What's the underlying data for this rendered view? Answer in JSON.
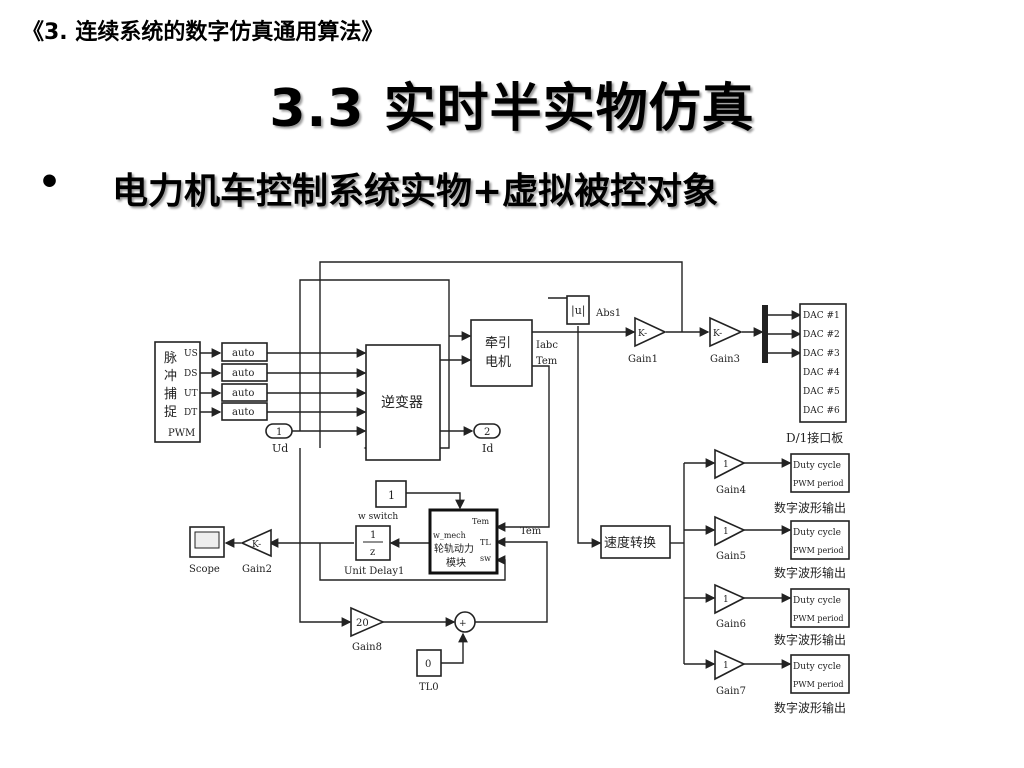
{
  "header": {
    "course_ref": "《3. 连续系统的数字仿真通用算法》"
  },
  "slide": {
    "title": "3.3 实时半实物仿真",
    "bullet_mark": "•",
    "bullet_text": "电力机车控制系统实物+虚拟被控对象"
  },
  "diagram": {
    "pulse_capture": {
      "chars": [
        "脉",
        "冲",
        "捕",
        "捉"
      ],
      "pwm": "PWM",
      "ports": [
        "US",
        "DS",
        "UT",
        "DT"
      ]
    },
    "auto_blocks": [
      "auto",
      "auto",
      "auto",
      "auto"
    ],
    "inverter": "逆变器",
    "motor": {
      "line1": "牵引",
      "line2": "电机",
      "out1": "Iabc",
      "out2": "Tem"
    },
    "ud_num": "1",
    "ud_label": "Ud",
    "id_num": "2",
    "id_label": "Id",
    "abs_label": "Abs1",
    "gain1": {
      "k": "K-",
      "label": "Gain1"
    },
    "gain3": {
      "k": "K-",
      "label": "Gain3"
    },
    "dac_ports": [
      "DAC #1",
      "DAC #2",
      "DAC #3",
      "DAC #4",
      "DAC #5",
      "DAC #6"
    ],
    "dac_label": "D/1接口板",
    "speed_conv": "速度转换",
    "pwm_outputs": [
      {
        "gain_value": "1",
        "gain_label": "Gain4",
        "line1": "Duty cycle",
        "line2": "PWM period",
        "caption": "数字波形输出"
      },
      {
        "gain_value": "1",
        "gain_label": "Gain5",
        "line1": "Duty cycle",
        "line2": "PWM period",
        "caption": "数字波形输出"
      },
      {
        "gain_value": "1",
        "gain_label": "Gain6",
        "line1": "Duty cycle",
        "line2": "PWM period",
        "caption": "数字波形输出"
      },
      {
        "gain_value": "1",
        "gain_label": "Gain7",
        "line1": "Duty cycle",
        "line2": "PWM period",
        "caption": "数字波形输出"
      }
    ],
    "switch_const": "1",
    "switch_label": "w switch",
    "dynamics": {
      "in1": "Tem",
      "in2": "TL",
      "in3": "sw",
      "out": "w_mech",
      "line1": "轮轨动力",
      "line2": "模块"
    },
    "tem_label": "Tem",
    "unit_delay": {
      "num": "1",
      "den": "z",
      "label": "Unit Delay1"
    },
    "gain2": {
      "k": "K-",
      "label": "Gain2"
    },
    "scope_label": "Scope",
    "gain8": {
      "value": "20",
      "label": "Gain8"
    },
    "tl0": {
      "value": "0",
      "label": "TL0"
    }
  }
}
